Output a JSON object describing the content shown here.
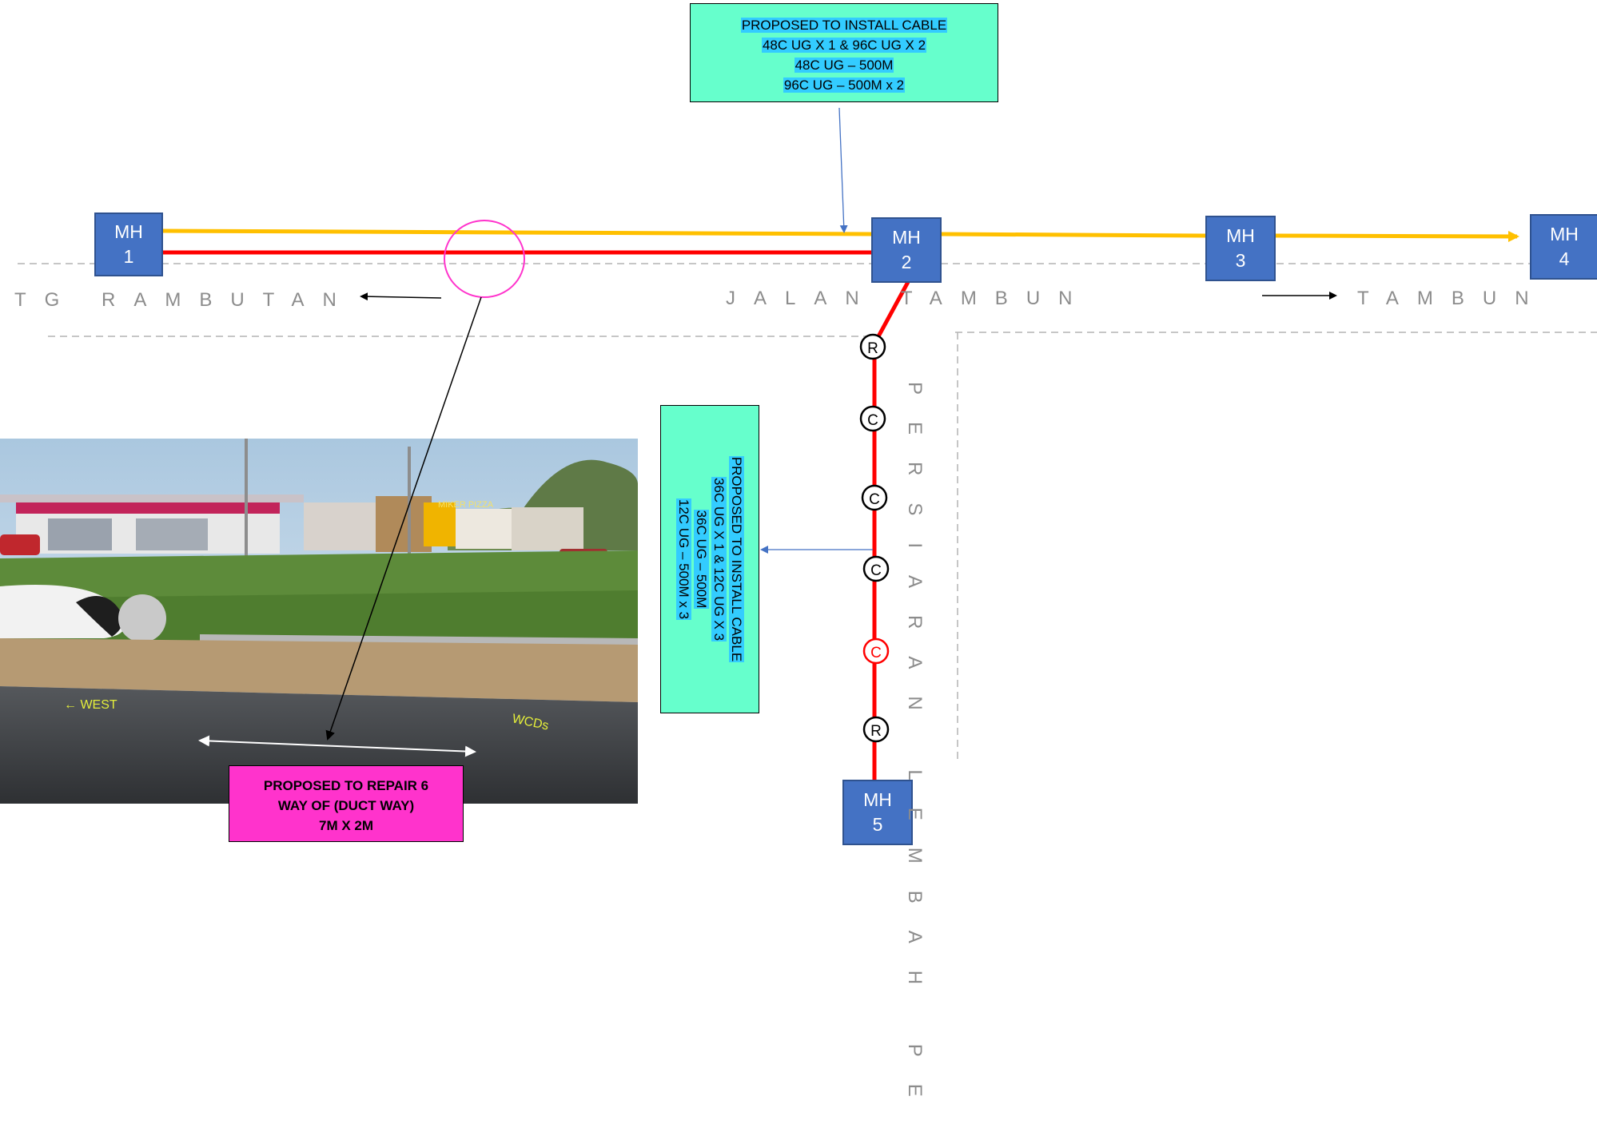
{
  "manholes": [
    {
      "label": "MH",
      "num": "1"
    },
    {
      "label": "MH",
      "num": "2"
    },
    {
      "label": "MH",
      "num": "3"
    },
    {
      "label": "MH",
      "num": "4"
    },
    {
      "label": "MH",
      "num": "5"
    }
  ],
  "roads": {
    "left": "TG RAMBUTAN",
    "center": "JALAN TAMBUN",
    "right": "TAMBUN",
    "vertical": "PERSIARAN LEMBAH PE"
  },
  "notes": {
    "top": [
      "PROPOSED TO INSTALL CABLE",
      "48C UG X 1 & 96C UG X 2",
      "48C UG – 500M",
      "96C UG – 500M x 2"
    ],
    "side": [
      "PROPOSED TO INSTALL CABLE",
      "36C UG X 1 & 12C UG X 3",
      "36C UG – 500M",
      "12C UG – 500M x 3"
    ],
    "repair": [
      "PROPOSED TO REPAIR 6",
      "WAY OF (DUCT WAY)",
      "7M X 2M"
    ]
  },
  "markers": [
    "R",
    "C",
    "C",
    "C",
    "C",
    "R"
  ],
  "photo_signs": [
    "MIKER PIZZA",
    "← WEST",
    "WCDs"
  ],
  "colors": {
    "manhole": "#4472C4",
    "existing_cable": "#FFC000",
    "proposed_cable": "#FF0000",
    "note_green": "#66FFCC",
    "note_pink": "#FF33CC",
    "highlight": "#33CCFF",
    "marker_fault": "#FF0000"
  }
}
